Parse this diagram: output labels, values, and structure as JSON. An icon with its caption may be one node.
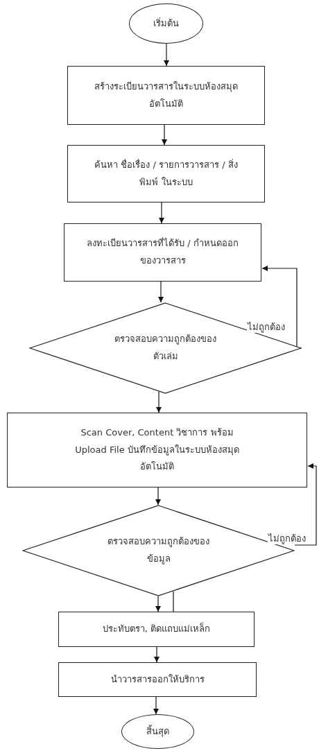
{
  "diagram": {
    "nodes": [
      {
        "text": [
          "เริ่มต้น"
        ]
      },
      {
        "text": [
          "สร้างระเบียนวารสารในระบบห้องสมุดอัตโนมัติ"
        ]
      },
      {
        "text": [
          "ค้นหา ชื่อเรื่อง / รายการวารสาร / สิ่งพิมพ์ ในระบบ"
        ]
      },
      {
        "text": [
          "ลงทะเบียนวารสารที่ได้รับ / กำหนดออกของวารสาร"
        ]
      },
      {
        "text": [
          "ตรวจสอบความถูกต้องของตัวเล่ม"
        ]
      },
      {
        "text": [
          "Scan Cover, Content วิชาการ พร้อม Upload File บันทึกข้อมูลในระบบห้องสมุดอัตโนมัติ"
        ]
      },
      {
        "text": [
          "ตรวจสอบความถูกต้องของข้อมูล"
        ]
      },
      {
        "text": [
          "ประทับตรา, ติดแถบแม่เหล็ก"
        ]
      },
      {
        "text": [
          "นำวารสารออกให้บริการ"
        ]
      },
      {
        "text": [
          "สิ้นสุด"
        ]
      }
    ],
    "edges": [
      {
        "from": 0,
        "to": 1,
        "arrow": "to"
      },
      {
        "from": 1,
        "to": 2,
        "arrow": "to"
      },
      {
        "from": 2,
        "to": 3,
        "arrow": "to"
      },
      {
        "from": 3,
        "to": 4,
        "arrow": "to"
      },
      {
        "from": 4,
        "to": 3,
        "arrow": "to",
        "label": "ไม่ถูกต้อง"
      },
      {
        "from": 4,
        "to": 5,
        "arrow": "to"
      },
      {
        "from": 5,
        "to": 6,
        "arrow": "to"
      },
      {
        "from": 6,
        "to": 5,
        "arrow": "to",
        "label": "ไม่ถูกต้อง"
      },
      {
        "from": 6,
        "to": 7,
        "arrow": "to"
      },
      {
        "from": 6,
        "to": 7,
        "arrow": "none"
      },
      {
        "from": 7,
        "to": 8,
        "arrow": "to"
      },
      {
        "from": 8,
        "to": 9,
        "arrow": "to"
      }
    ]
  }
}
